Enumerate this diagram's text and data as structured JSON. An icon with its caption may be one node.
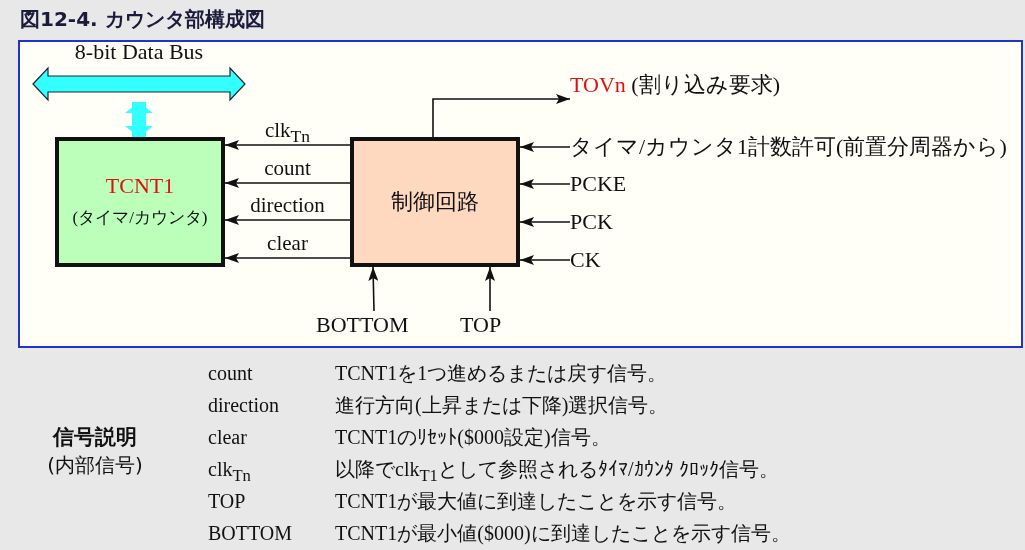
{
  "diagram": {
    "title": "図12-4. カウンタ部構成図",
    "nodes": [
      {
        "text": [
          "8-bit Data Bus"
        ]
      },
      {
        "text": [
          "TCNT1",
          "(タイマ/カウンタ)"
        ]
      },
      {
        "text": [
          "制御回路"
        ]
      },
      {
        "text": [
          "TOVn",
          "(割り込み要求)"
        ]
      },
      {
        "text": [
          "タイマ/カウンタ1計数許可(前置分周器から)"
        ]
      },
      {
        "text": [
          "PCKE"
        ]
      },
      {
        "text": [
          "PCK"
        ]
      },
      {
        "text": [
          "CK"
        ]
      },
      {
        "text": [
          "BOTTOM"
        ]
      },
      {
        "text": [
          "TOP"
        ]
      }
    ],
    "edges": [
      {
        "from": 0,
        "to": 1,
        "arrow": "both",
        "style": "thick",
        "color": "#33ffff"
      },
      {
        "from": 2,
        "to": 1,
        "arrow": "to",
        "label": "clk$_{Tn}$"
      },
      {
        "from": 2,
        "to": 1,
        "arrow": "to",
        "label": "count"
      },
      {
        "from": 2,
        "to": 1,
        "arrow": "to",
        "label": "direction"
      },
      {
        "from": 2,
        "to": 1,
        "arrow": "to",
        "label": "clear"
      },
      {
        "from": 2,
        "to": 3,
        "arrow": "to"
      },
      {
        "from": 4,
        "to": 2,
        "arrow": "to"
      },
      {
        "from": 5,
        "to": 2,
        "arrow": "to"
      },
      {
        "from": 6,
        "to": 2,
        "arrow": "to"
      },
      {
        "from": 7,
        "to": 2,
        "arrow": "to"
      },
      {
        "from": 8,
        "to": 2,
        "arrow": "to"
      },
      {
        "from": 9,
        "to": 2,
        "arrow": "to"
      }
    ],
    "labels": [
      "信号説明",
      "(内部信号)",
      "count",
      "TCNT1を1つ進めるまたは戻す信号。",
      "direction",
      "進行方向(上昇または下降)選択信号。",
      "clear",
      "TCNT1のﾘｾｯﾄ($000設定)信号。",
      "clk$_{Tn}$",
      "以降でclk$_{T1}$として参照されるﾀｲﾏ/ｶｳﾝﾀ ｸﾛｯｸ信号。",
      "TOP",
      "TCNT1が最大値に到達したことを示す信号。",
      "BOTTOM",
      "TCNT1が最小値($000)に到達したことを示す信号。"
    ]
  }
}
